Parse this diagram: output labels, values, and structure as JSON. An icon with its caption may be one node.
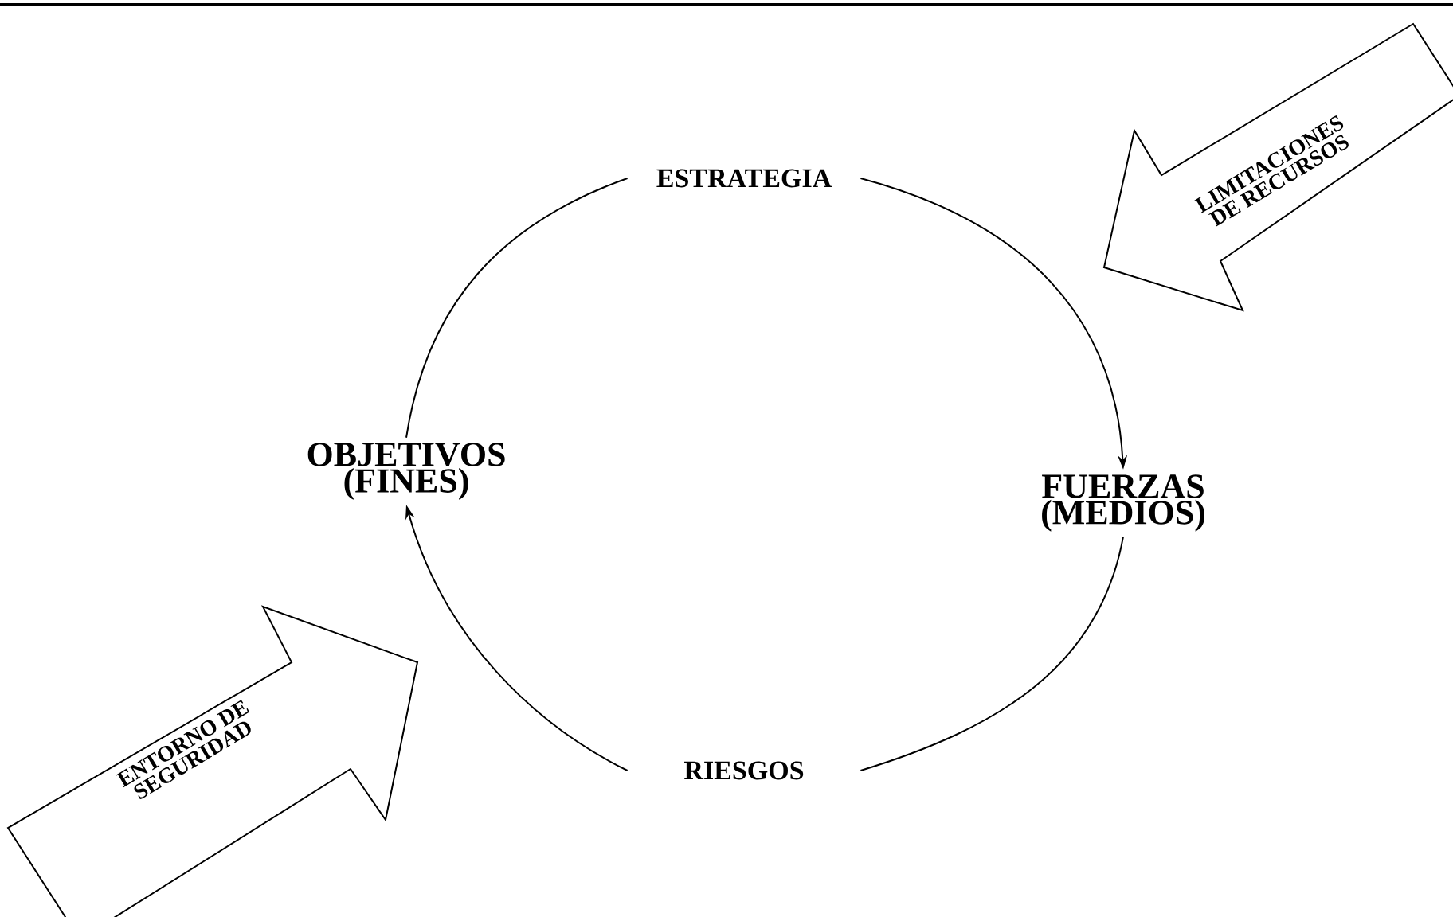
{
  "diagram": {
    "nodes": [
      {
        "text": [
          "ESTRATEGIA"
        ]
      },
      {
        "text": [
          "OBJETIVOS (FINES)"
        ]
      },
      {
        "text": [
          "FUERZAS (MEDIOS)"
        ]
      },
      {
        "text": [
          "RIESGOS"
        ]
      },
      {
        "text": [
          "LIMITACIONES DE RECURSOS"
        ]
      },
      {
        "text": [
          "ENTORNO DE SEGURIDAD"
        ]
      }
    ],
    "edges": [
      {
        "from": 1,
        "to": 0,
        "arrow": "none"
      },
      {
        "from": 0,
        "to": 2,
        "arrow": "to"
      },
      {
        "from": 2,
        "to": 3,
        "arrow": "none"
      },
      {
        "from": 3,
        "to": 1,
        "arrow": "to"
      }
    ]
  }
}
